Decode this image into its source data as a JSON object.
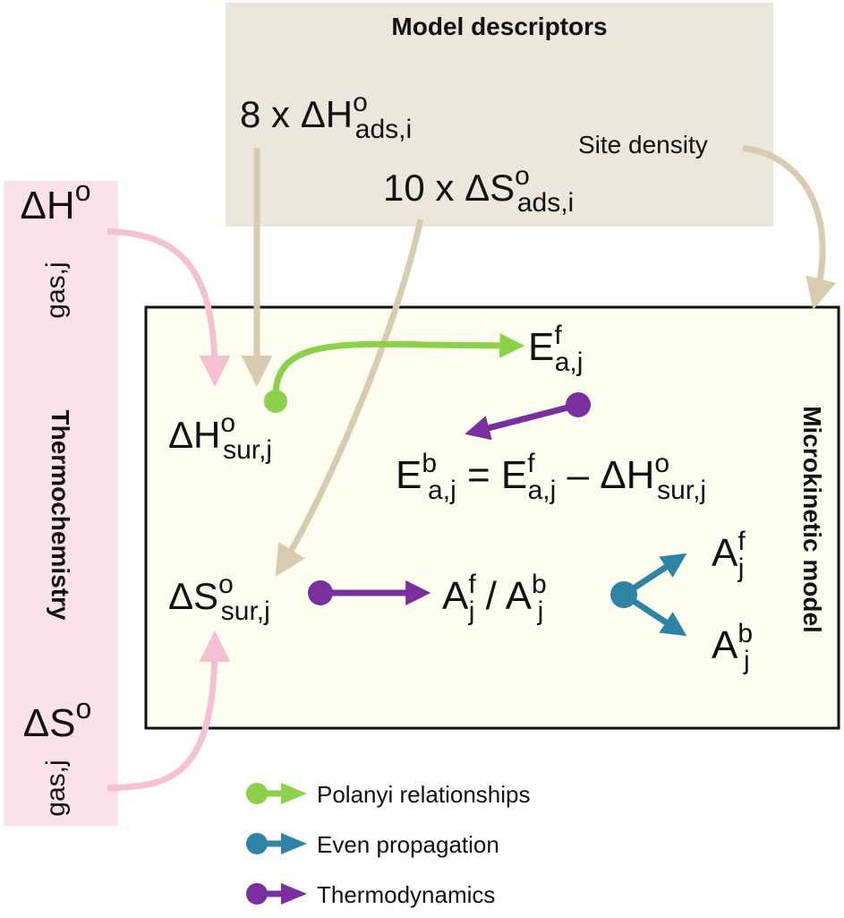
{
  "descriptors": {
    "title": "Model descriptors",
    "enthalpy": {
      "count": "8 x ",
      "symbol": "ΔH",
      "sup": "o",
      "sub": "ads,i"
    },
    "entropy": {
      "count": "10 x ",
      "symbol": "ΔS",
      "sup": "o",
      "sub": "ads,i"
    },
    "site_density": "Site density"
  },
  "thermochemistry": {
    "label": "Thermochemistry",
    "enthalpy": {
      "symbol": "ΔH",
      "sup": "o",
      "sub": "gas,j"
    },
    "entropy": {
      "symbol": "ΔS",
      "sup": "o",
      "sub": "gas,j"
    }
  },
  "microkinetic": {
    "label": "Microkinetic model",
    "h_sur": {
      "symbol": "ΔH",
      "sup": "o",
      "sub": "sur,j"
    },
    "s_sur": {
      "symbol": "ΔS",
      "sup": "o",
      "sub": "sur,j"
    },
    "ef": {
      "symbol": "E",
      "sup": "f",
      "sub": "a,j"
    },
    "eb_eq": {
      "lhs": {
        "symbol": "E",
        "sup": "b",
        "sub": "a,j"
      },
      "eq": " = ",
      "t1": {
        "symbol": "E",
        "sup": "f",
        "sub": "a,j"
      },
      "minus": " – ",
      "t2": {
        "symbol": "ΔH",
        "sup": "o",
        "sub": "sur,j"
      }
    },
    "a_ratio": {
      "a1": {
        "symbol": "A",
        "sup": "f",
        "sub": "j"
      },
      "slash": " / ",
      "a2": {
        "symbol": "A",
        "sup": "b",
        "sub": "j"
      }
    },
    "af": {
      "symbol": "A",
      "sup": "f",
      "sub": "j"
    },
    "ab": {
      "symbol": "A",
      "sup": "b",
      "sub": "j"
    }
  },
  "legend": [
    {
      "label": "Polanyi relationships",
      "color": "#8cd14a"
    },
    {
      "label": "Even propagation",
      "color": "#2f84a6"
    },
    {
      "label": "Thermodynamics",
      "color": "#7a2f9e"
    }
  ],
  "colors": {
    "descriptor_bg": "#ece7dd",
    "descriptor_arrow": "#d8ccb0",
    "thermo_bg": "#fbe1ea",
    "thermo_arrow": "#f5c0d2",
    "model_bg": "#fdfdf0",
    "polanyi": "#8cd14a",
    "even": "#2f84a6",
    "thermo": "#7a2f9e"
  }
}
